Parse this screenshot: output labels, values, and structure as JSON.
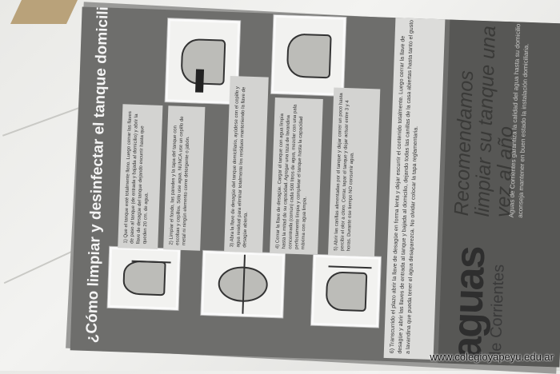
{
  "poster": {
    "title": "¿Cómo limpiar y desinfectar el tanque domiciliario?",
    "steps": [
      "1) Que el tanque esté totalmente lleno. Luego cerrar las llaves de paso al tanque (de entrada y bajada al domicilio) y abrir la llave de desagüe del tanque dejando escurrir hasta que queden 20 cm. de agua.",
      "2) Limpiar el fondo, las paredes y la tapa del tanque con escobas y cepillos. Sólo use agua. NUNCA use un cepillo de metal ni ningún elemento como detergente o jabón.",
      "3) Abra la llave de desagüe del tanque domiciliario, ayúdese con el cepillo y agua residual para eliminar totalmente los residuos manteniendo la llave de desagüe abierta.",
      "4) Cerrar la llave de desagüe. Cargar el tanque con agua limpia hasta la mitad de su capacidad. Agregar una taza de lavandina concentrada (común) cada 500 litros de agua, mezclar con una pala perfectamente limpia y completar el tanque hasta la capacidad máxima con agua limpia.",
      "5) Abrir las canillas alimentadas por el tanque y dejar correr un poco hasta percibir el olor a cloro. Cerrar, tapar el tanque y dejar actuar entre 3 y 4 horas. Durante ese tiempo NO consumir agua.",
      "6) Transcurrido el plazo abrir la llave de desagüe en forma lenta y dejar escurrir el contenido totalmente. Luego cerrar la llave de desagüe y abrir las llaves de entrada al tanque y bajada al domicilio, dejando todas las canillas de la casa abiertas hasta tanto el gusto a lavandina que pueda tener el agua desaparezca. No olvidar colocar la tapa reglamentaria."
    ],
    "logo_main": "aguas",
    "logo_sub": "de Corrientes",
    "recommend": "Recomendamos limpiar su tanque una vez al año",
    "subtext": "Aguas de Corrientes garantiza la calidad del agua hasta su domicilio y aconseja mantener en buen estado la instalación domiciliaria."
  },
  "watermark": "www.colegioyapeyu.edu.ar"
}
